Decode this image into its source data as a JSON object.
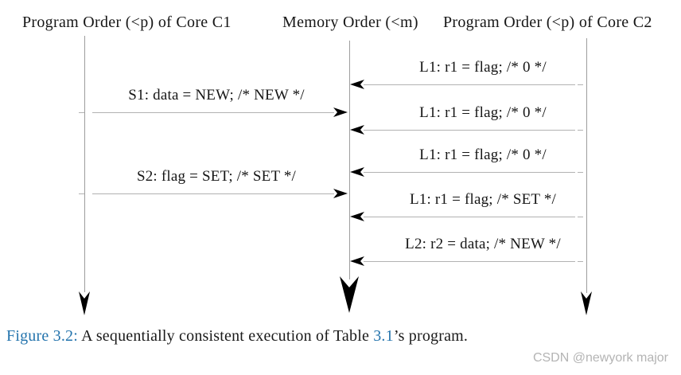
{
  "columns": {
    "c1": {
      "header": "Program Order (<p) of Core C1"
    },
    "memory": {
      "header": "Memory Order (<m)"
    },
    "c2": {
      "header": "Program Order (<p) of Core C2"
    }
  },
  "events": [
    {
      "label": "L1: r1 = flag; /* 0 */",
      "type": "load",
      "from": "core-c2",
      "to": "memory-order"
    },
    {
      "label": "S1: data = NEW; /* NEW */",
      "type": "store",
      "from": "core-c1",
      "to": "memory-order"
    },
    {
      "label": "L1: r1 = flag; /* 0 */",
      "type": "load",
      "from": "core-c2",
      "to": "memory-order"
    },
    {
      "label": "L1: r1 = flag; /* 0 */",
      "type": "load",
      "from": "core-c2",
      "to": "memory-order"
    },
    {
      "label": "S2: flag = SET; /* SET */",
      "type": "store",
      "from": "core-c1",
      "to": "memory-order"
    },
    {
      "label": "L1: r1 = flag; /* SET */",
      "type": "load",
      "from": "core-c2",
      "to": "memory-order"
    },
    {
      "label": "L2: r2 = data; /* NEW */",
      "type": "load",
      "from": "core-c2",
      "to": "memory-order"
    }
  ],
  "caption": {
    "figure_label": "Figure 3.2:",
    "text_before_ref": " A sequentially consistent execution of Table ",
    "table_ref": "3.1",
    "text_after_ref": "’s program."
  },
  "watermark": "CSDN @newyork major",
  "colors": {
    "line_gray": "#b2b2b2",
    "timeline_gray": "#9d9d9d",
    "arrowhead_black": "#000000",
    "caption_link_blue": "#2474ad",
    "watermark_gray": "#b4b4b4"
  }
}
